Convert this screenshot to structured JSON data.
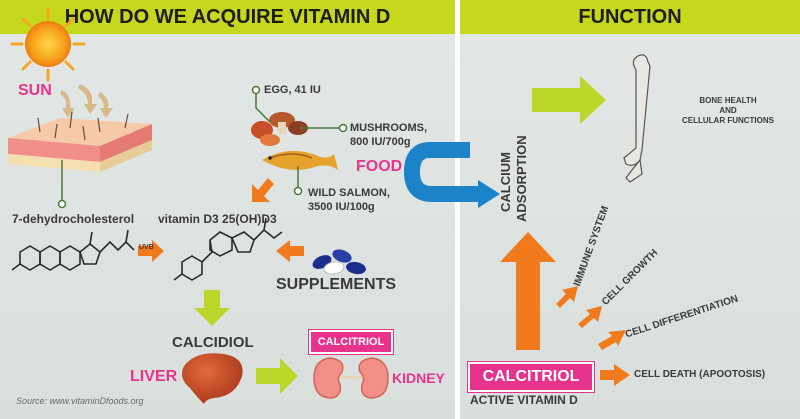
{
  "left_header": "HOW DO WE ACQUIRE VITAMIN D",
  "right_header": "FUNCTION",
  "sources": {
    "sun": "SUN",
    "food": "FOOD",
    "egg": "EGG, 41 IU",
    "mushrooms_l1": "MUSHROOMS,",
    "mushrooms_l2": "800 IU/700g",
    "salmon_l1": "WILD SALMON,",
    "salmon_l2": "3500 IU/100g",
    "supplements": "SUPPLEMENTS"
  },
  "molecules": {
    "precursor": "7-dehydrocholesterol",
    "vitamin_d3": "vitamin D3 25(OH)D3",
    "uv_tag": "UVB"
  },
  "organs": {
    "calcidiol": "CALCIDIOL",
    "calcitriol_badge": "CALCITRIOL",
    "liver": "LIVER",
    "kidney": "KIDNEY"
  },
  "source_note": "Source: www.vitaminDfoods.org",
  "function": {
    "calcium_l1": "CALCIUM",
    "calcium_l2": "ADSORPTION",
    "bone_l1": "BONE HEALTH",
    "bone_l2": "AND",
    "bone_l3": "CELLULAR FUNCTIONS",
    "immune": "IMMUNE SYSTEM",
    "growth": "CELL GROWTH",
    "differentiation": "CELL DIFFERENTIATION",
    "death": "CELL DEATH (APOOTOSIS)",
    "calcitriol": "CALCITRIOL",
    "active": "ACTIVE VITAMIN D"
  },
  "colors": {
    "header_green": "#c5d81c",
    "arrow_orange": "#f07a1c",
    "accent_pink": "#e8338c",
    "arrow_blue": "#1c83c9",
    "arrow_lime": "#bcd62a"
  }
}
